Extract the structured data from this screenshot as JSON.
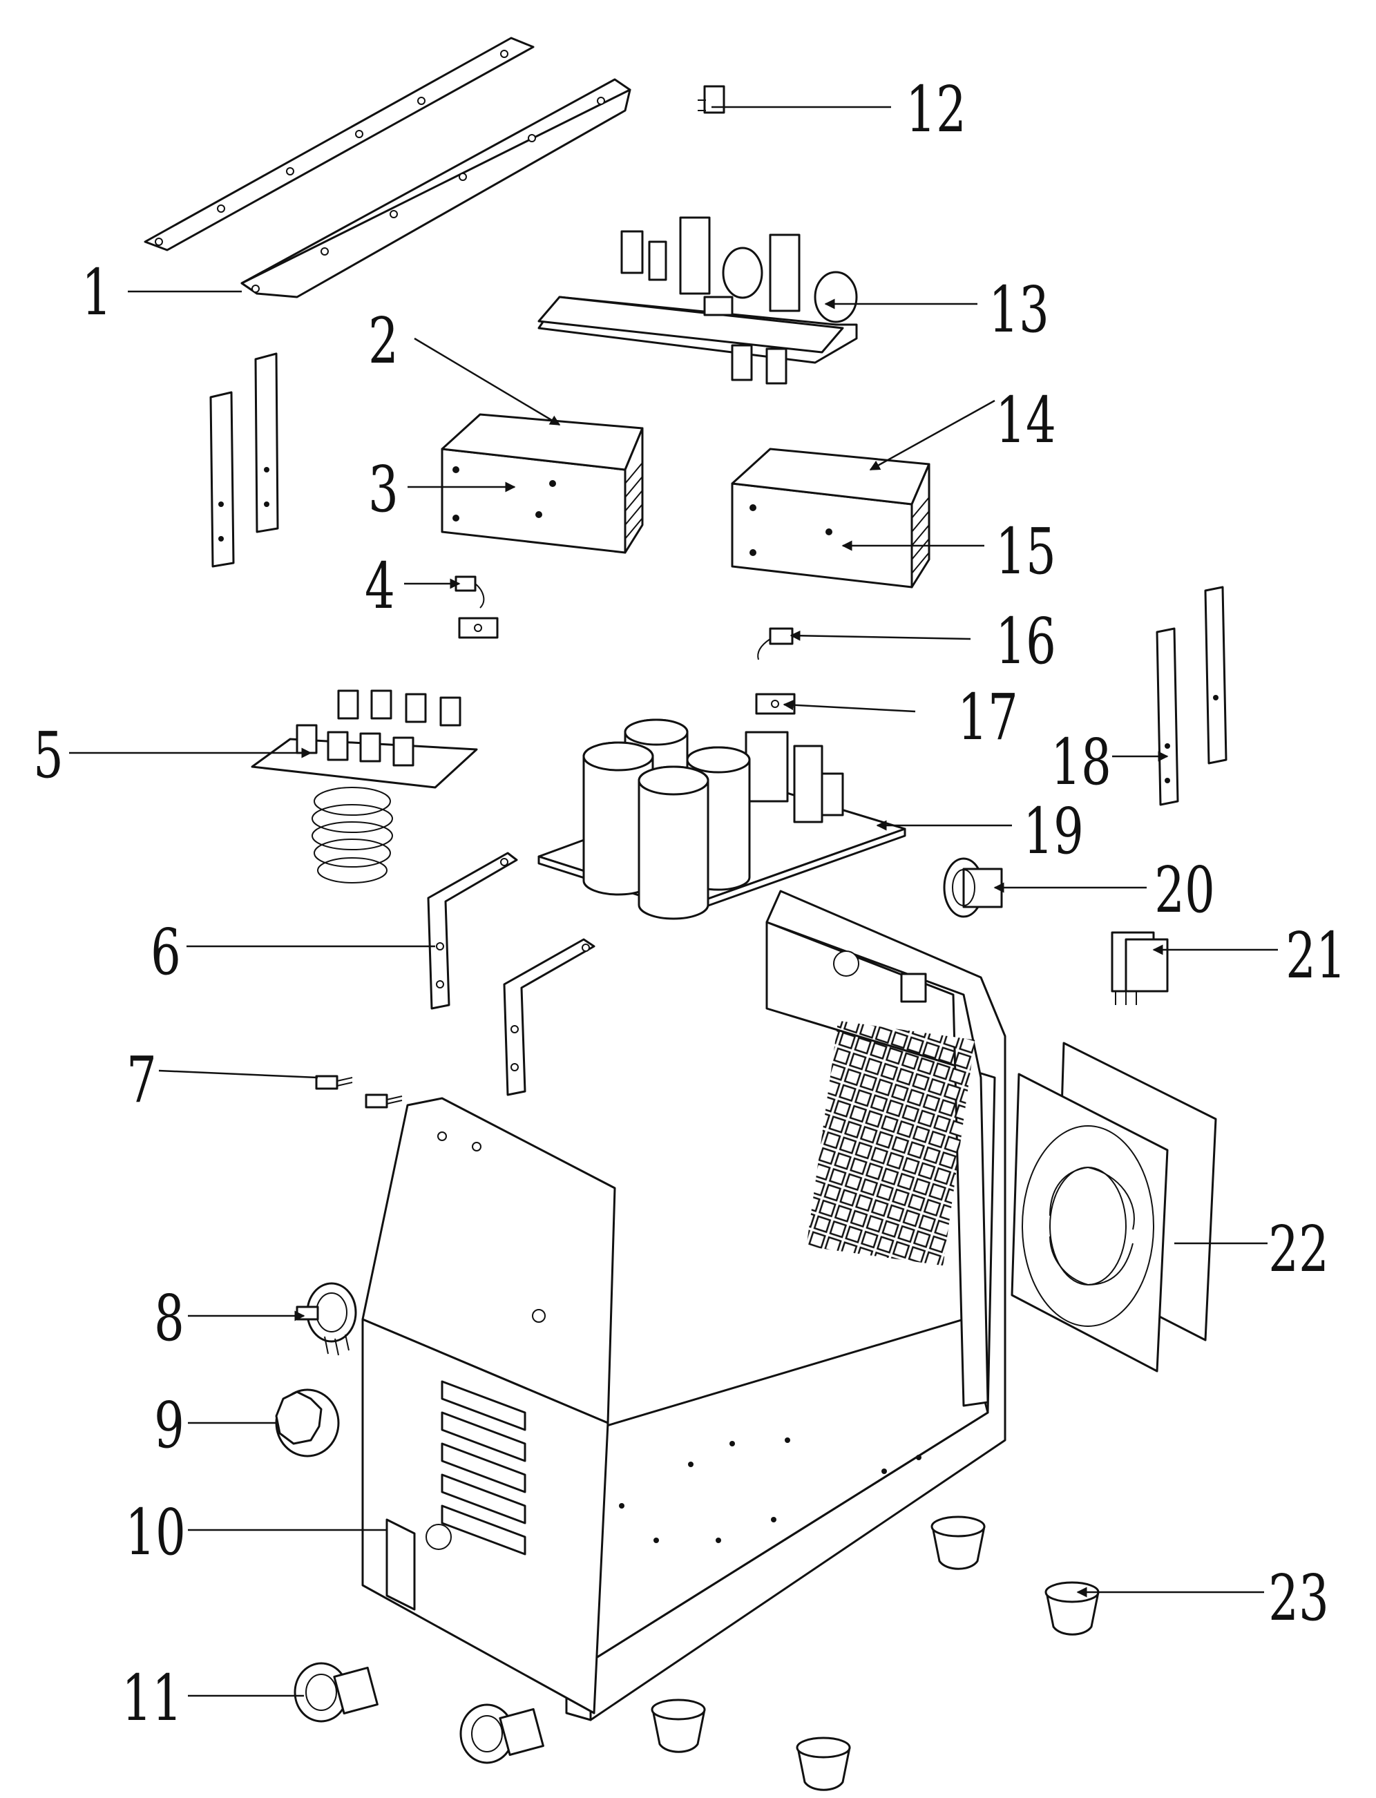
{
  "diagram": {
    "type": "exploded-parts-diagram",
    "callouts": [
      {
        "label": "1"
      },
      {
        "label": "2"
      },
      {
        "label": "3"
      },
      {
        "label": "4"
      },
      {
        "label": "5"
      },
      {
        "label": "6"
      },
      {
        "label": "7"
      },
      {
        "label": "8"
      },
      {
        "label": "9"
      },
      {
        "label": "10"
      },
      {
        "label": "11"
      },
      {
        "label": "12"
      },
      {
        "label": "13"
      },
      {
        "label": "14"
      },
      {
        "label": "15"
      },
      {
        "label": "16"
      },
      {
        "label": "17"
      },
      {
        "label": "18"
      },
      {
        "label": "19"
      },
      {
        "label": "20"
      },
      {
        "label": "21"
      },
      {
        "label": "22"
      },
      {
        "label": "23"
      }
    ]
  }
}
